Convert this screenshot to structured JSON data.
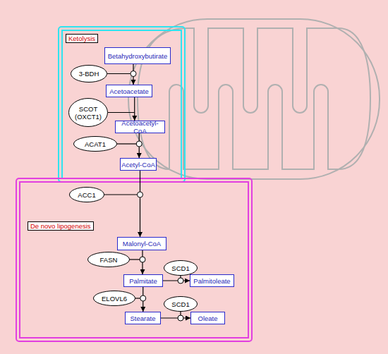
{
  "diagram": {
    "nodes": [
      {
        "text": [
          "Ketolysis"
        ]
      },
      {
        "text": [
          "Betahydroxybutirate"
        ],
        "in": 0
      },
      {
        "text": [
          "3-BDH"
        ],
        "in": 0
      },
      {
        "text": [
          "Acetoacetate"
        ],
        "in": 0
      },
      {
        "text": [
          "SCOT (OXCT1)"
        ],
        "in": 0
      },
      {
        "text": [
          "Acetoacetyl-CoA"
        ],
        "in": 0
      },
      {
        "text": [
          "ACAT1"
        ],
        "in": 0
      },
      {
        "text": [
          "Acetyl-CoA"
        ],
        "in": 0
      },
      {
        "text": [
          "De novo lipogenesis"
        ]
      },
      {
        "text": [
          "ACC1"
        ],
        "in": 8
      },
      {
        "text": [
          "Malonyl-CoA"
        ],
        "in": 8
      },
      {
        "text": [
          "FASN"
        ],
        "in": 8
      },
      {
        "text": [
          "Palmitate"
        ],
        "in": 8
      },
      {
        "text": [
          "SCD1"
        ],
        "in": 8
      },
      {
        "text": [
          "Palmitoleate"
        ],
        "in": 8
      },
      {
        "text": [
          "ELOVL6"
        ],
        "in": 8
      },
      {
        "text": [
          "Stearate"
        ],
        "in": 8
      },
      {
        "text": [
          "SCD1"
        ],
        "in": 8
      },
      {
        "text": [
          "Oleate"
        ],
        "in": 8
      }
    ],
    "edges": [
      {
        "from": 1,
        "to": 3,
        "arrow": "to"
      },
      {
        "from": 3,
        "to": 5,
        "arrow": "to"
      },
      {
        "from": 5,
        "to": 7,
        "arrow": "to"
      },
      {
        "from": 7,
        "to": 10,
        "arrow": "to"
      },
      {
        "from": 10,
        "to": 12,
        "arrow": "to"
      },
      {
        "from": 12,
        "to": 14,
        "arrow": "to"
      },
      {
        "from": 12,
        "to": 16,
        "arrow": "to"
      },
      {
        "from": 16,
        "to": 18,
        "arrow": "to"
      }
    ]
  }
}
